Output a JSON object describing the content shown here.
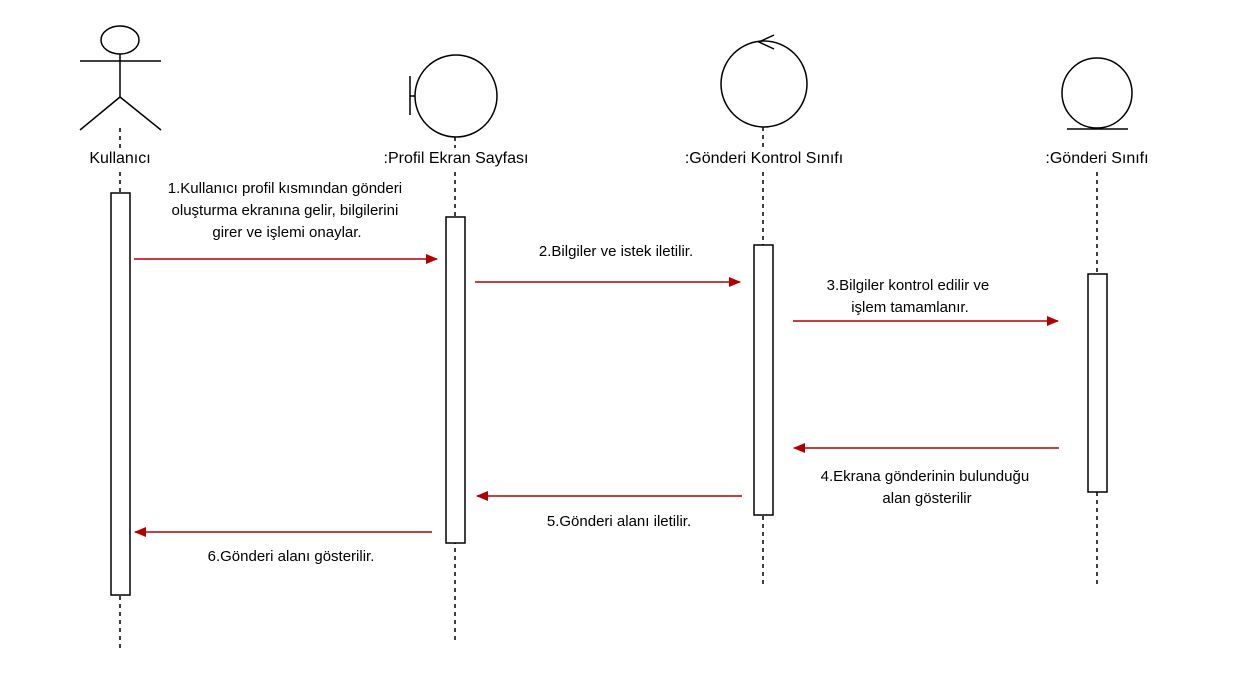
{
  "participants": [
    {
      "kind": "actor",
      "label": "Kullanıcı",
      "icon": "stick-figure-icon"
    },
    {
      "kind": "boundary",
      "label": ":Profil Ekran Sayfası",
      "icon": "boundary-icon"
    },
    {
      "kind": "control",
      "label": ":Gönderi Kontrol Sınıfı",
      "icon": "control-icon"
    },
    {
      "kind": "entity",
      "label": ":Gönderi Sınıfı",
      "icon": "entity-icon"
    }
  ],
  "messages": [
    {
      "lines": [
        "1.Kullanıcı profil kısmından gönderi",
        "oluşturma ekranına gelir, bilgilerini",
        "girer ve işlemi onaylar."
      ]
    },
    {
      "lines": [
        "2.Bilgiler ve istek iletilir."
      ]
    },
    {
      "lines": [
        "3.Bilgiler kontrol edilir ve",
        "işlem tamamlanır."
      ]
    },
    {
      "lines": [
        "4.Ekrana gönderinin bulunduğu",
        "alan gösterilir"
      ]
    },
    {
      "lines": [
        "5.Gönderi alanı iletilir."
      ]
    },
    {
      "lines": [
        "6.Gönderi alanı gösterilir."
      ]
    }
  ],
  "colors": {
    "arrow": "#b20000",
    "line": "#000000"
  }
}
